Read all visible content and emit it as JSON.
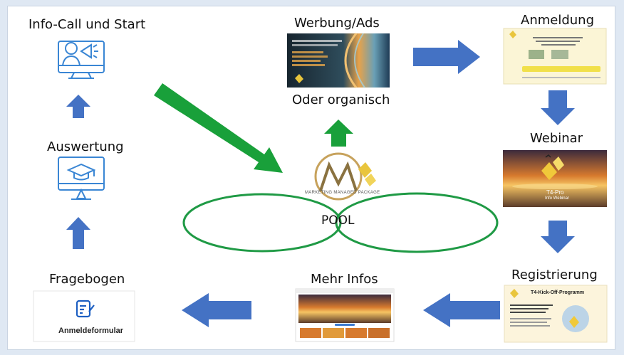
{
  "colors": {
    "arrow_blue": "#4472c4",
    "arrow_green": "#19a03a",
    "loop_green": "#1f9a45",
    "logo_gold": "#c7a25c",
    "icon_blue": "#3a86d4"
  },
  "steps": {
    "info_call": "Info-Call und Start",
    "werbung": "Werbung/Ads",
    "organisch": "Oder organisch",
    "anmeldung": "Anmeldung",
    "webinar": "Webinar",
    "registrierung": "Registrierung",
    "mehr_infos": "Mehr Infos",
    "fragebogen": "Fragebogen",
    "auswertung": "Auswertung"
  },
  "center": {
    "logo_letter": "M",
    "logo_caption": "MARKETING MANAGED PACKAGE",
    "pool": "POOL"
  },
  "fragebogen_card": {
    "label": "Anmeldeformular"
  },
  "webinar_card": {
    "title": "T4-Pro",
    "subtitle": "Info Webinar"
  },
  "registrierung_card": {
    "title": "T4-Kick-Off-Programm"
  },
  "icons": [
    "megaphone-person-icon",
    "graduation-monitor-icon",
    "form-document-icon"
  ]
}
